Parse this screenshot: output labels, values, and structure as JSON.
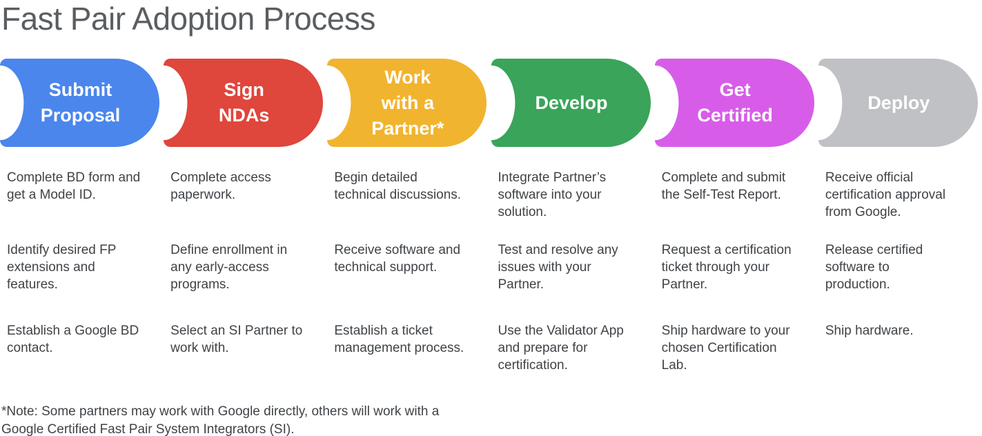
{
  "title": "Fast Pair Adoption Process",
  "steps": [
    {
      "label": "Submit\nProposal",
      "color": "#4A86EC",
      "items": [
        "Complete BD form and\nget a Model ID.",
        "Identify desired FP\nextensions and\nfeatures.",
        "Establish a Google BD\ncontact."
      ]
    },
    {
      "label": "Sign\nNDAs",
      "color": "#DF463C",
      "items": [
        "Complete access\npaperwork.",
        "Define enrollment in\nany early-access\nprograms.",
        "Select an SI Partner to\nwork with."
      ]
    },
    {
      "label": "Work\nwith a\nPartner*",
      "color": "#F1B42F",
      "items": [
        "Begin detailed\ntechnical discussions.",
        "Receive software and\ntechnical support.",
        "Establish a ticket\nmanagement process."
      ]
    },
    {
      "label": "Develop",
      "color": "#3AA45A",
      "items": [
        "Integrate Partner’s\nsoftware into your\nsolution.",
        "Test and resolve any\nissues with your\nPartner.",
        "Use the Validator App\nand prepare for\ncertification."
      ]
    },
    {
      "label": "Get\nCertified",
      "color": "#D75DE9",
      "items": [
        "Complete and submit\nthe Self-Test Report.",
        "Request a certification\nticket through your\nPartner.",
        "Ship hardware to your\nchosen Certification\nLab."
      ]
    },
    {
      "label": "Deploy",
      "color": "#BFC1C5",
      "items": [
        "Receive official\ncertification approval\nfrom Google.",
        "Release certified\nsoftware to\nproduction.",
        "Ship hardware."
      ]
    }
  ],
  "note": "*Note: Some partners may work with Google directly, others will work with a\nGoogle Certified Fast Pair System Integrators (SI)."
}
